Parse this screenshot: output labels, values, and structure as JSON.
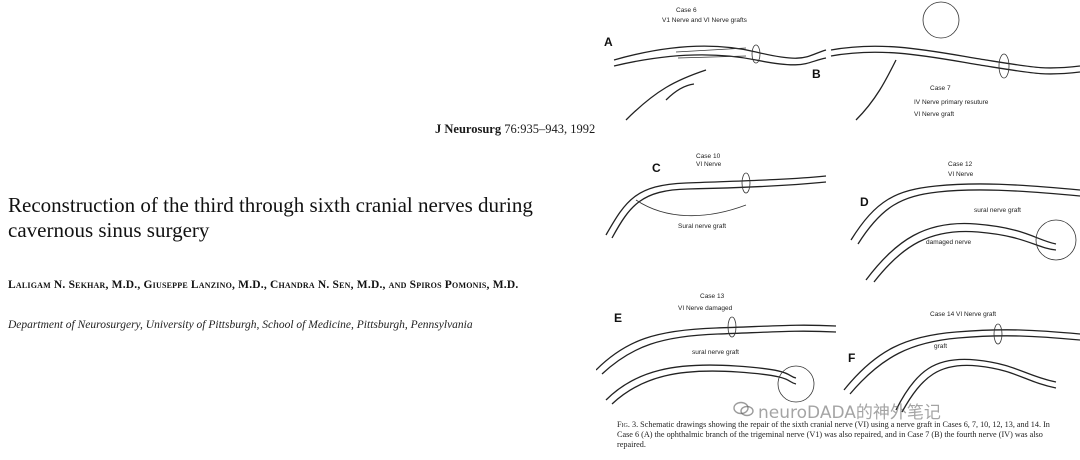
{
  "paper": {
    "citation_journal": "J Neurosurg",
    "citation_rest": " 76:935–943, 1992",
    "title": "Reconstruction of the third through sixth cranial nerves during cavernous sinus surgery",
    "authors": "Laligam N. Sekhar, M.D., Giuseppe Lanzino, M.D., Chandra N. Sen, M.D., and Spiros Pomonis, M.D.",
    "affiliation": "Department of Neurosurgery, University of Pittsburgh, School of Medicine, Pittsburgh, Pennsylvania"
  },
  "figure": {
    "panels": {
      "A": {
        "letter": "A",
        "case": "Case 6",
        "note": "V1 Nerve and VI Nerve grafts"
      },
      "B": {
        "letter": "B",
        "case": "Case 7",
        "note1": "IV Nerve primary resuture",
        "note2": "VI Nerve graft"
      },
      "C": {
        "letter": "C",
        "case": "Case 10",
        "note1": "VI Nerve",
        "note2": "Sural nerve graft"
      },
      "D": {
        "letter": "D",
        "case": "Case 12",
        "note1": "VI Nerve",
        "note2": "sural nerve graft",
        "note3": "damaged nerve"
      },
      "E": {
        "letter": "E",
        "case": "Case 13",
        "note1": "VI Nerve damaged",
        "note2": "sural nerve graft"
      },
      "F": {
        "letter": "F",
        "case": "Case 14  VI Nerve graft",
        "note1": "graft"
      }
    },
    "caption_label": "Fig. 3.",
    "caption_text": " Schematic drawings showing the repair of the sixth cranial nerve (VI) using a nerve graft in Cases 6, 7, 10, 12, 13, and 14. In Case 6 (A) the ophthalmic branch of the trigeminal nerve (V1) was also repaired, and in Case 7 (B) the fourth nerve (IV) was also repaired."
  },
  "watermark": "neuroDADA的神外笔记"
}
